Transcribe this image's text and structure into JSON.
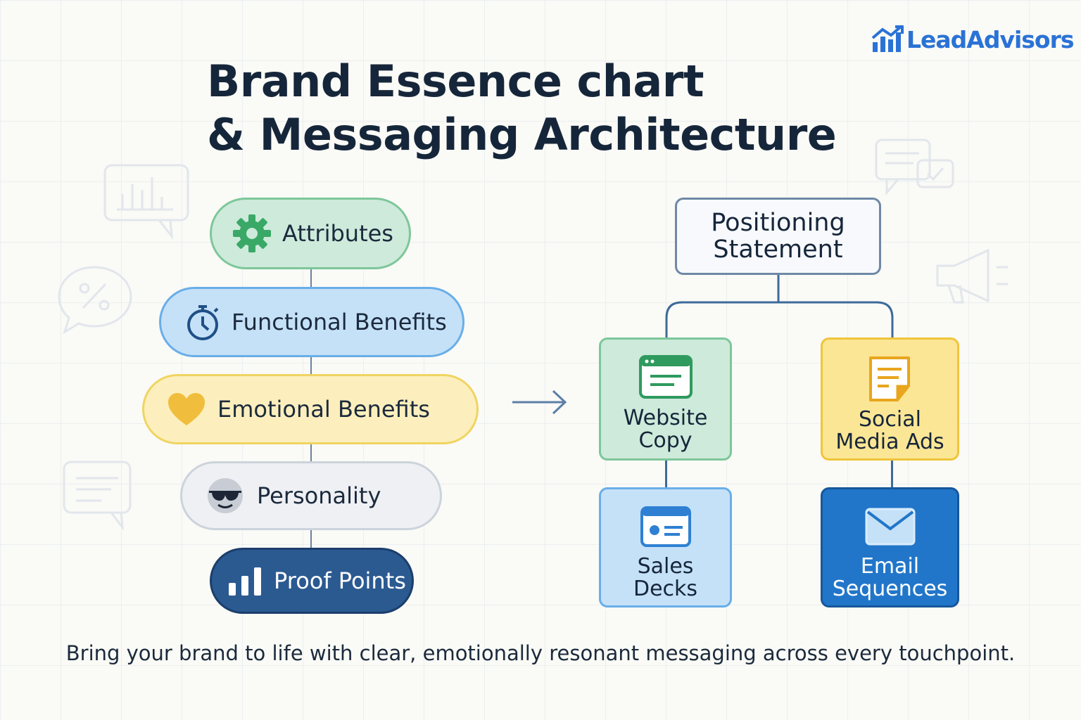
{
  "brand": {
    "name": "LeadAdvisors",
    "color": "#2a72d6"
  },
  "title": {
    "line1": "Brand Essence chart",
    "line2": "& Messaging Architecture"
  },
  "essence_stack": [
    {
      "label": "Attributes",
      "icon": "gear-icon",
      "color": "#cdeadb"
    },
    {
      "label": "Functional Benefits",
      "icon": "stopwatch-icon",
      "color": "#c5e1f8"
    },
    {
      "label": "Emotional Benefits",
      "icon": "heart-icon",
      "color": "#fcefbd"
    },
    {
      "label": "Personality",
      "icon": "sunglasses-face-icon",
      "color": "#eef0f4"
    },
    {
      "label": "Proof Points",
      "icon": "bar-chart-icon",
      "color": "#2b5a91"
    }
  ],
  "messaging": {
    "positioning": {
      "line1": "Positioning",
      "line2": "Statement"
    },
    "channels": [
      {
        "line1": "Website",
        "line2": "Copy",
        "icon": "browser-window-icon",
        "color": "#cdeadb"
      },
      {
        "line1": "Social",
        "line2": "Media Ads",
        "icon": "note-icon",
        "color": "#fbe695"
      },
      {
        "line1": "Sales",
        "line2": "Decks",
        "icon": "id-card-icon",
        "color": "#c5e1f8"
      },
      {
        "line1": "Email",
        "line2": "Sequences",
        "icon": "envelope-icon",
        "color": "#2176c9"
      }
    ]
  },
  "tagline": "Bring your brand to life with clear, emotionally resonant messaging across every touchpoint."
}
